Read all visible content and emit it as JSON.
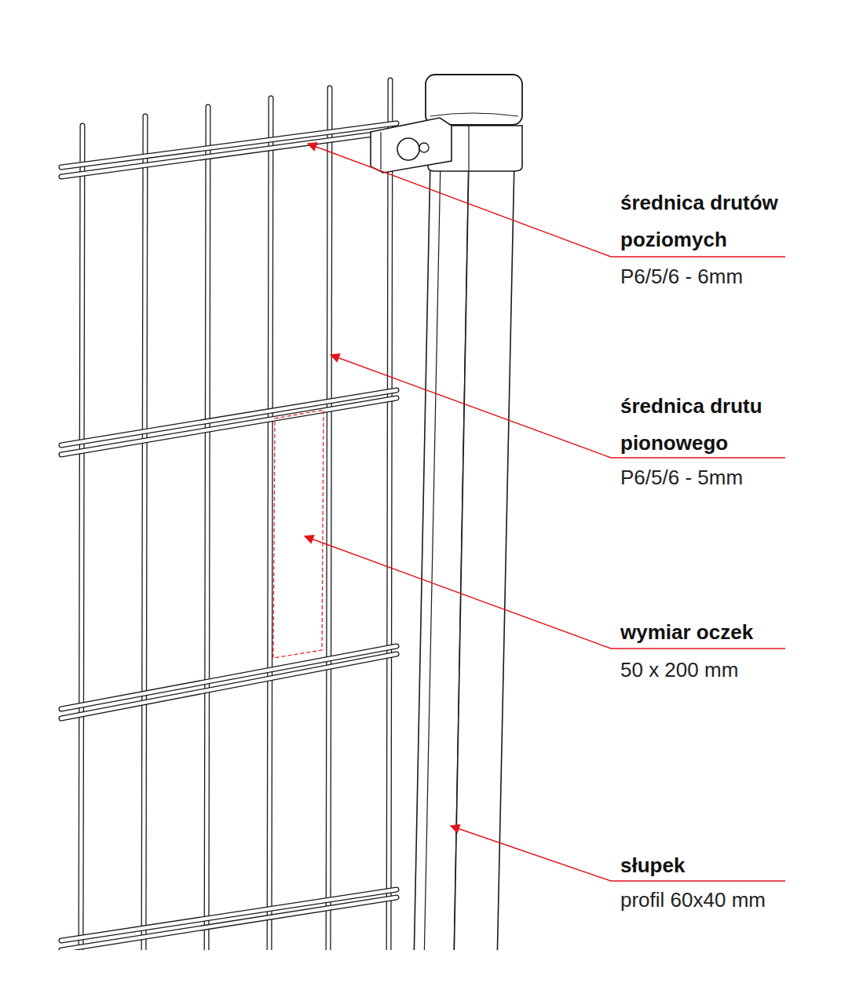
{
  "diagram": {
    "labels": [
      "średnica drutów poziomych",
      "P6/5/6 - 6mm",
      "średnica drutu pionowego",
      "P6/5/6 - 5mm",
      "wymiar oczek",
      "50 x 200 mm",
      "słupek",
      "profil 60x40 mm"
    ]
  }
}
